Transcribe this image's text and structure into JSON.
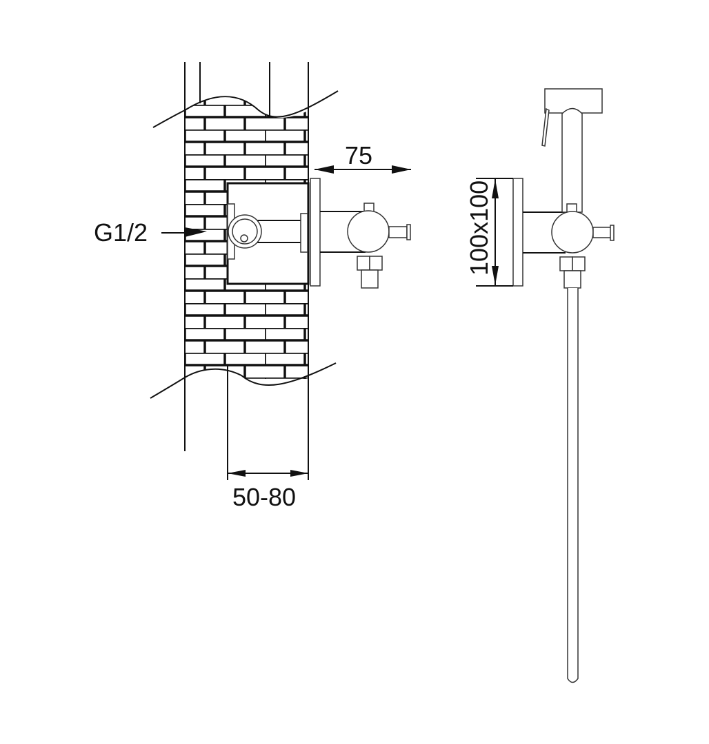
{
  "diagram": {
    "dimensions": {
      "projection": "75",
      "wall_thickness": "50-80",
      "flange_size": "100x100"
    },
    "labels": {
      "thread": "G1/2"
    },
    "colors": {
      "line": "#111111",
      "background": "#ffffff"
    }
  }
}
